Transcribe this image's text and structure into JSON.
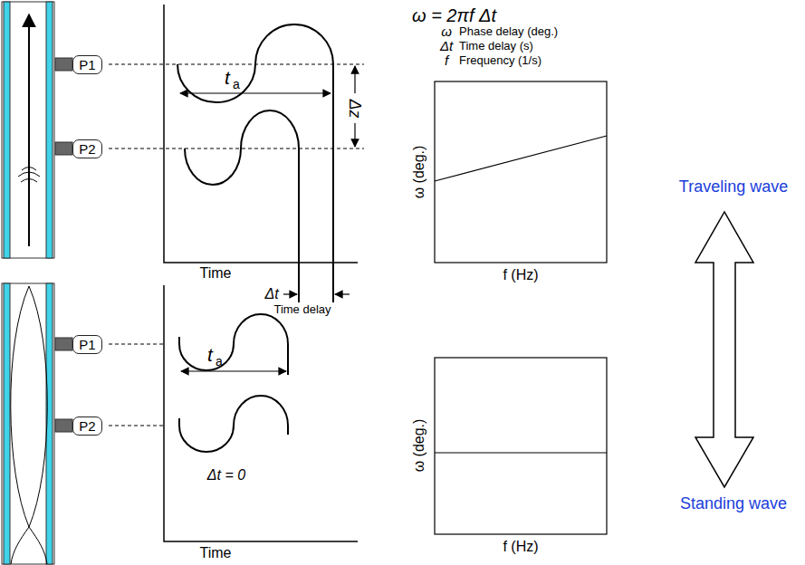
{
  "diagram": {
    "nodes": [
      {
        "text": [
          "P1"
        ]
      },
      {
        "text": [
          "P2"
        ]
      },
      {
        "text": [
          "P1"
        ]
      },
      {
        "text": [
          "P2"
        ]
      }
    ],
    "labels": [
      "t",
      "a",
      "Δz",
      "Δt",
      "Time delay",
      "Time",
      "ω = 2πf Δt",
      "ω",
      "Phase delay (deg.)",
      "Δt",
      "Time delay (s)",
      "f",
      "Frequency (1/s)",
      "ω (deg.)",
      "f (Hz)",
      "Traveling wave",
      "Standing wave",
      "t",
      "a",
      "Δt = 0",
      "Time",
      "ω (deg.)",
      "f (Hz)"
    ]
  }
}
